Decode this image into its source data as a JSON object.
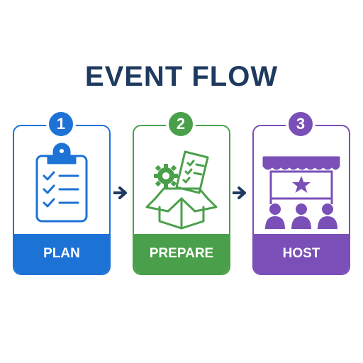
{
  "title": "EVENT FLOW",
  "colors": {
    "title": "#1f3a5f",
    "plan": "#1d72d6",
    "prepare": "#4aa04a",
    "host": "#7a4fb8",
    "arrow": "#1f3a5f"
  },
  "steps": [
    {
      "number": "1",
      "label": "PLAN",
      "icon": "clipboard-checklist-icon"
    },
    {
      "number": "2",
      "label": "PREPARE",
      "icon": "box-with-gear-and-checklist-icon"
    },
    {
      "number": "3",
      "label": "HOST",
      "icon": "stage-with-audience-icon"
    }
  ],
  "connectors": [
    "arrow-right-icon",
    "arrow-right-icon"
  ]
}
